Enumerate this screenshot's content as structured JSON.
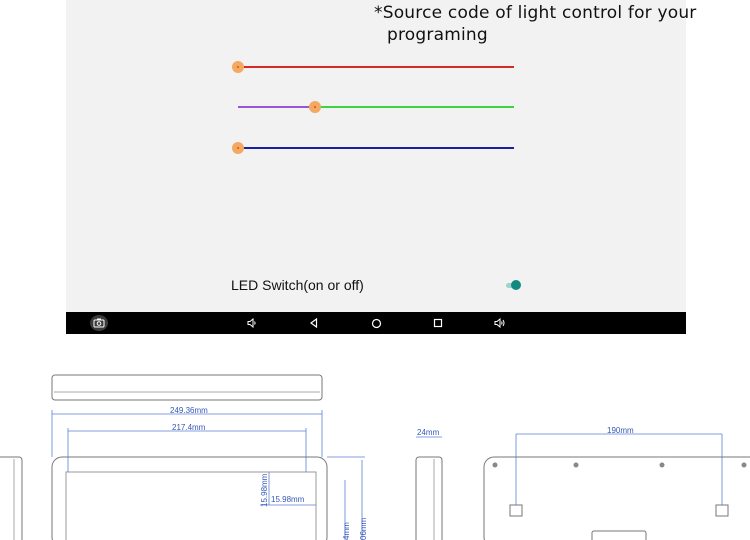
{
  "caption": {
    "line1": "*Source code of light control for your",
    "line2": "programing"
  },
  "sliders": [
    {
      "name": "red",
      "value": 0,
      "color": "#d42a2a"
    },
    {
      "name": "green",
      "value": 0.28,
      "color": "#3ed43e",
      "inactive_color": "#9c52d8"
    },
    {
      "name": "blue",
      "value": 0,
      "color": "#1b1fa3"
    }
  ],
  "led": {
    "label": "LED Switch(on or off)",
    "state": "on"
  },
  "navbar": {
    "icons": [
      "screenshot-icon",
      "volume-down-icon",
      "back-icon",
      "home-icon",
      "recents-icon",
      "volume-up-icon"
    ]
  },
  "drawing": {
    "dim_width": "249.36mm",
    "dim_inner": "217.4mm",
    "dim_margin_v": "15.98mm",
    "dim_margin_h": "15.98mm",
    "dim_depth": "24mm",
    "dim_mount": "190mm",
    "dim_partial_a": "4mm",
    "dim_partial_b": "06mm"
  }
}
